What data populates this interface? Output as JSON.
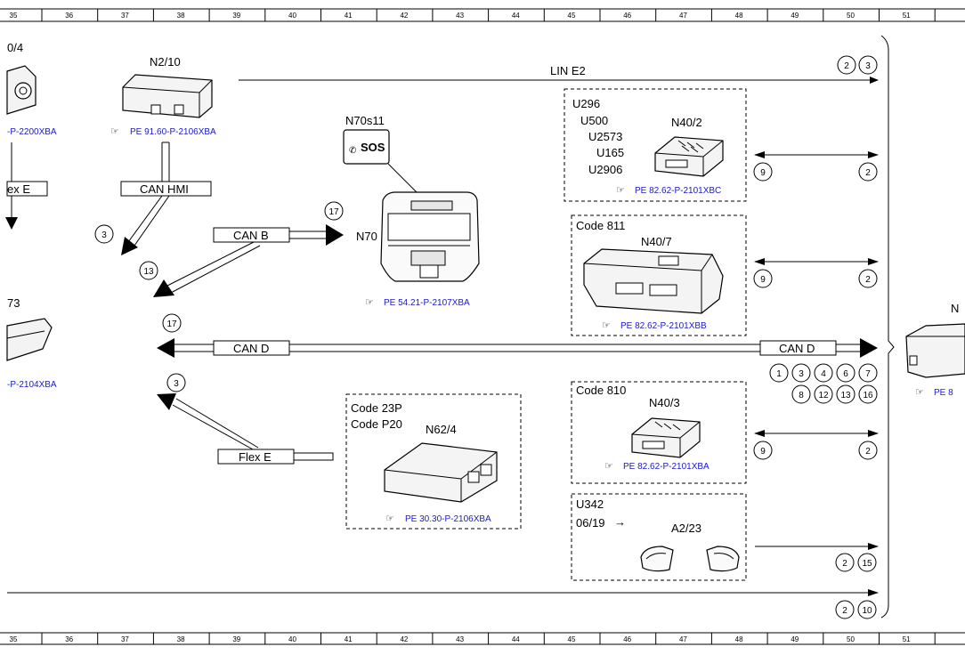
{
  "ruler": [
    "35",
    "36",
    "37",
    "38",
    "39",
    "40",
    "41",
    "42",
    "43",
    "44",
    "45",
    "46",
    "47",
    "48",
    "49",
    "50",
    "51"
  ],
  "components": {
    "n2_10": {
      "code": "N2/10",
      "ref": "PE 91.60-P-2106XBA"
    },
    "n70s11": {
      "code": "N70s11",
      "sos": "SOS"
    },
    "n70": {
      "code": "N70",
      "ref": "PE 54.21-P-2107XBA"
    },
    "n40_2": {
      "code": "N40/2",
      "codes": [
        "U296",
        "U500",
        "U2573",
        "U165",
        "U2906"
      ],
      "ref": "PE 82.62-P-2101XBC"
    },
    "n40_7": {
      "code": "N40/7",
      "condition": "Code 811",
      "ref": "PE 82.62-P-2101XBB"
    },
    "n40_3": {
      "code": "N40/3",
      "condition": "Code 810",
      "ref": "PE 82.62-P-2101XBA"
    },
    "n62_4": {
      "code": "N62/4",
      "conditions": [
        "Code 23P",
        "Code P20"
      ],
      "ref": "PE 30.30-P-2106XBA"
    },
    "a2_23": {
      "code": "A2/23",
      "condition": "U342",
      "date": "06/19",
      "arrow": "→"
    },
    "left_top": {
      "code": "0/4",
      "ref": "-P-2200XBA"
    },
    "left_mid": {
      "code": "73",
      "ref": "-P-2104XBA"
    },
    "right_edge": {
      "code": "N",
      "ref": "PE 8"
    }
  },
  "buses": {
    "lin_e2": "LIN E2",
    "can_hmi": "CAN HMI",
    "can_b": "CAN B",
    "can_d_left": "CAN D",
    "can_d_right": "CAN D",
    "flex_e_left": "ex E",
    "flex_e": "Flex E"
  },
  "refs": {
    "lin": [
      "2",
      "3"
    ],
    "n40_2_left": "9",
    "n40_2_right": "2",
    "n40_7_left": "9",
    "n40_7_right": "2",
    "n40_3_left": "9",
    "n40_3_right": "2",
    "can_hmi_arrow": "3",
    "can_b_up": "17",
    "can_b_down": "13",
    "can_d_left": "17",
    "flex_e_arrow": "3",
    "can_d_row1": [
      "1",
      "3",
      "4",
      "6",
      "7"
    ],
    "can_d_row2": [
      "8",
      "12",
      "13",
      "16"
    ],
    "a2_23": [
      "2",
      "15"
    ],
    "bottom": [
      "2",
      "10"
    ]
  }
}
